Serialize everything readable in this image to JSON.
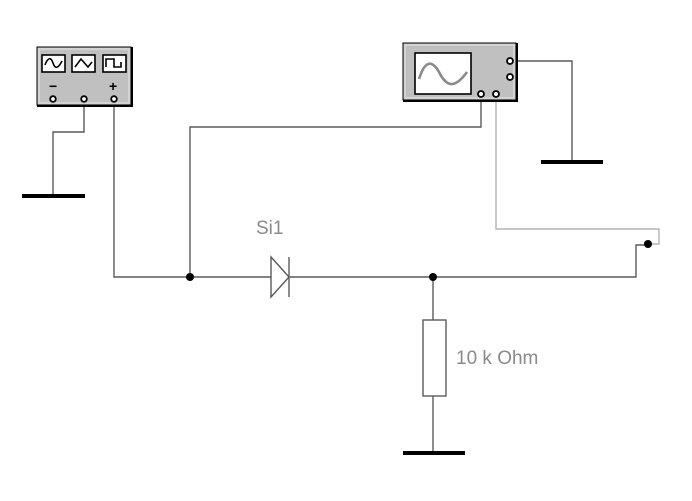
{
  "schematic": {
    "function_generator": {
      "waveforms": [
        "sine",
        "triangle",
        "square"
      ],
      "terminals": [
        "-",
        "common",
        "+"
      ],
      "minus_label": "−",
      "plus_label": "+"
    },
    "oscilloscope": {
      "display": "sine-wave",
      "terminals": [
        "ground",
        "trigger",
        "channel-a",
        "channel-b"
      ]
    },
    "diode": {
      "label": "Si1"
    },
    "resistor": {
      "label": "10 k Ohm"
    },
    "colors": {
      "wire": "#5a5a5a",
      "probe_wire": "#b4b4b4",
      "instrument_body": "#c0c0c0",
      "label": "#8a8a8a"
    }
  }
}
